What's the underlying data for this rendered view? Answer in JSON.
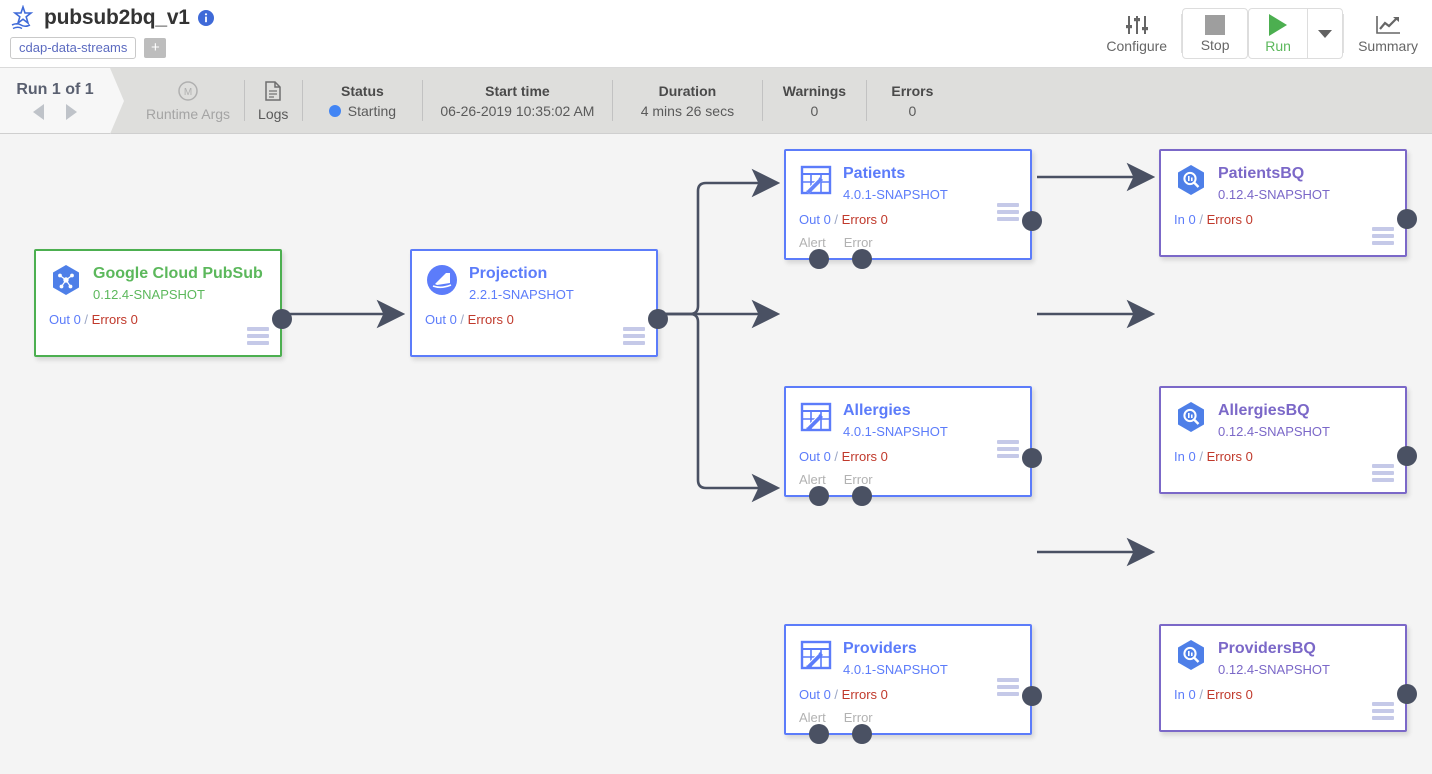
{
  "header": {
    "logo_icon": "cdap-logo-icon",
    "pipeline_name": "pubsub2bq_v1",
    "info_icon": "info-icon",
    "tag": "cdap-data-streams",
    "add_tag_label": "+",
    "toolbar": {
      "configure_label": "Configure",
      "configure_icon": "sliders-icon",
      "stop_label": "Stop",
      "stop_icon": "stop-square-icon",
      "run_label": "Run",
      "run_icon": "play-triangle-icon",
      "caret_icon": "chevron-down-icon",
      "summary_label": "Summary",
      "summary_icon": "chart-line-icon"
    }
  },
  "statusbar": {
    "run_tab_label": "Run 1 of 1",
    "prev_icon": "arrow-left-icon",
    "next_icon": "arrow-right-icon",
    "runtime_args_label": "Runtime Args",
    "runtime_args_icon": "macro-icon",
    "logs_label": "Logs",
    "logs_icon": "document-icon",
    "status_label": "Status",
    "status_value": "Starting",
    "status_color": "#4285f4",
    "start_time_label": "Start time",
    "start_time_value": "06-26-2019 10:35:02 AM",
    "duration_label": "Duration",
    "duration_value": "4 mins 26 secs",
    "warnings_label": "Warnings",
    "warnings_value": "0",
    "errors_label": "Errors",
    "errors_value": "0"
  },
  "canvas": {
    "nodes": [
      {
        "id": "pubsub",
        "name": "Google Cloud PubSub",
        "version": "0.12.4-SNAPSHOT",
        "icon": "google-cloud-pubsub-icon",
        "accent": "#5cb85c",
        "metric_in_label": "Out 0",
        "metric_sep": "/",
        "metric_err_label": "Errors 0",
        "has_ports": false,
        "menu_icon": "hamburger-menu-icon"
      },
      {
        "id": "projection",
        "name": "Projection",
        "version": "2.2.1-SNAPSHOT",
        "icon": "projection-icon",
        "accent": "#5c7cfa",
        "metric_in_label": "Out 0",
        "metric_sep": "/",
        "metric_err_label": "Errors 0",
        "has_ports": false,
        "menu_icon": "hamburger-menu-icon"
      },
      {
        "id": "patients",
        "name": "Patients",
        "version": "4.0.1-SNAPSHOT",
        "icon": "wrangler-icon",
        "accent": "#5c7cfa",
        "metric_in_label": "Out 0",
        "metric_sep": "/",
        "metric_err_label": "Errors 0",
        "has_ports": true,
        "alert_label": "Alert",
        "error_label": "Error",
        "menu_icon": "hamburger-menu-icon"
      },
      {
        "id": "patientsbq",
        "name": "PatientsBQ",
        "version": "0.12.4-SNAPSHOT",
        "icon": "bigquery-icon",
        "accent": "#7b68c8",
        "metric_in_label": "In 0",
        "metric_sep": "/",
        "metric_err_label": "Errors 0",
        "has_ports": false,
        "menu_icon": "hamburger-menu-icon"
      },
      {
        "id": "allergies",
        "name": "Allergies",
        "version": "4.0.1-SNAPSHOT",
        "icon": "wrangler-icon",
        "accent": "#5c7cfa",
        "metric_in_label": "Out 0",
        "metric_sep": "/",
        "metric_err_label": "Errors 0",
        "has_ports": true,
        "alert_label": "Alert",
        "error_label": "Error",
        "menu_icon": "hamburger-menu-icon"
      },
      {
        "id": "allergiesbq",
        "name": "AllergiesBQ",
        "version": "0.12.4-SNAPSHOT",
        "icon": "bigquery-icon",
        "accent": "#7b68c8",
        "metric_in_label": "In 0",
        "metric_sep": "/",
        "metric_err_label": "Errors 0",
        "has_ports": false,
        "menu_icon": "hamburger-menu-icon"
      },
      {
        "id": "providers",
        "name": "Providers",
        "version": "4.0.1-SNAPSHOT",
        "icon": "wrangler-icon",
        "accent": "#5c7cfa",
        "metric_in_label": "Out 0",
        "metric_sep": "/",
        "metric_err_label": "Errors 0",
        "has_ports": true,
        "alert_label": "Alert",
        "error_label": "Error",
        "menu_icon": "hamburger-menu-icon"
      },
      {
        "id": "providersbq",
        "name": "ProvidersBQ",
        "version": "0.12.4-SNAPSHOT",
        "icon": "bigquery-icon",
        "accent": "#7b68c8",
        "metric_in_label": "In 0",
        "metric_sep": "/",
        "metric_err_label": "Errors 0",
        "has_ports": false,
        "menu_icon": "hamburger-menu-icon"
      }
    ]
  }
}
